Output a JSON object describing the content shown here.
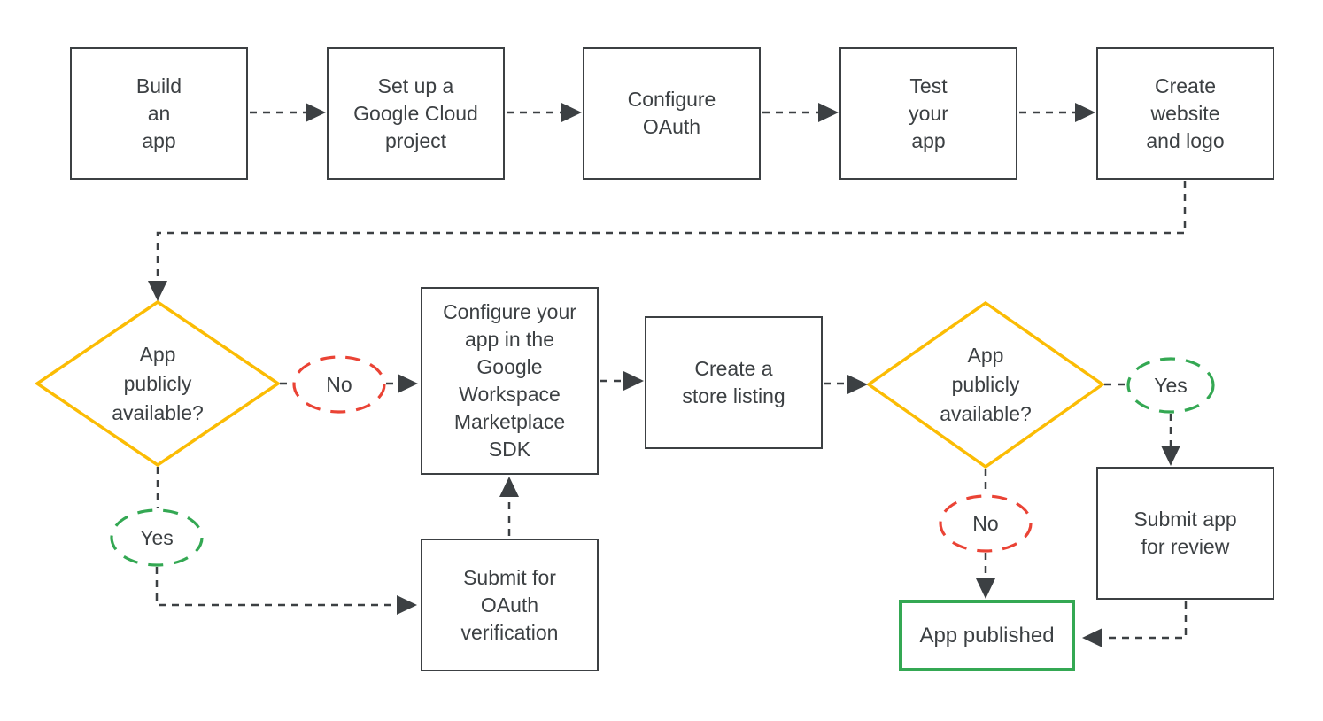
{
  "colors": {
    "background": "#ffffff",
    "line": "#3c4043",
    "text": "#3c4043",
    "box_border": "#3c4043",
    "decision_border": "#fbbc04",
    "yes_border": "#34a853",
    "no_border": "#ea4335",
    "published_border": "#34a853"
  },
  "nodes": {
    "build_app": "Build\nan\napp",
    "setup_gcp": "Set up a\nGoogle Cloud\nproject",
    "configure_oauth": "Configure\nOAuth",
    "test_app": "Test\nyour\napp",
    "create_website": "Create\nwebsite\nand logo",
    "decision_public_1": "App\npublicly\navailable?",
    "label_no_1": "No",
    "label_yes_1": "Yes",
    "configure_marketplace_sdk": "Configure your\napp in the\nGoogle\nWorkspace\nMarketplace\nSDK",
    "create_store_listing": "Create a\nstore listing",
    "decision_public_2": "App\npublicly\navailable?",
    "label_yes_2": "Yes",
    "label_no_2": "No",
    "submit_app_review": "Submit app\nfor review",
    "submit_oauth_verification": "Submit for\nOAuth\nverification",
    "app_published": "App published"
  }
}
